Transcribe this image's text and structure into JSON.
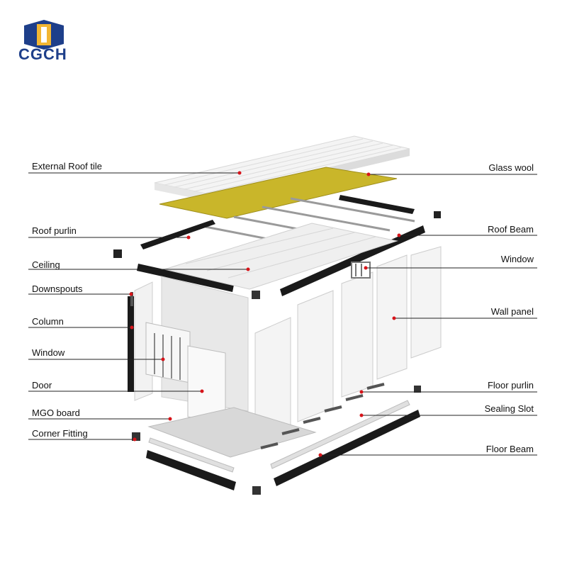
{
  "brand": {
    "name": "CGCH",
    "colors": {
      "blue": "#1e3f8a",
      "gold": "#f2b632"
    }
  },
  "colors": {
    "dot": "#d7141a",
    "line": "#222222",
    "beam": "#1a1a1a",
    "glass_wool": "#c9b62a"
  },
  "labels": {
    "left": [
      "External Roof tile",
      "Roof purlin",
      "Ceiling",
      "Downspouts",
      "Column",
      "Window",
      "Door",
      "MGO board",
      "Corner Fitting"
    ],
    "right": [
      "Glass wool",
      "Roof Beam",
      "Window",
      "Wall panel",
      "Floor purlin",
      "Sealing Slot",
      "Floor Beam"
    ]
  }
}
